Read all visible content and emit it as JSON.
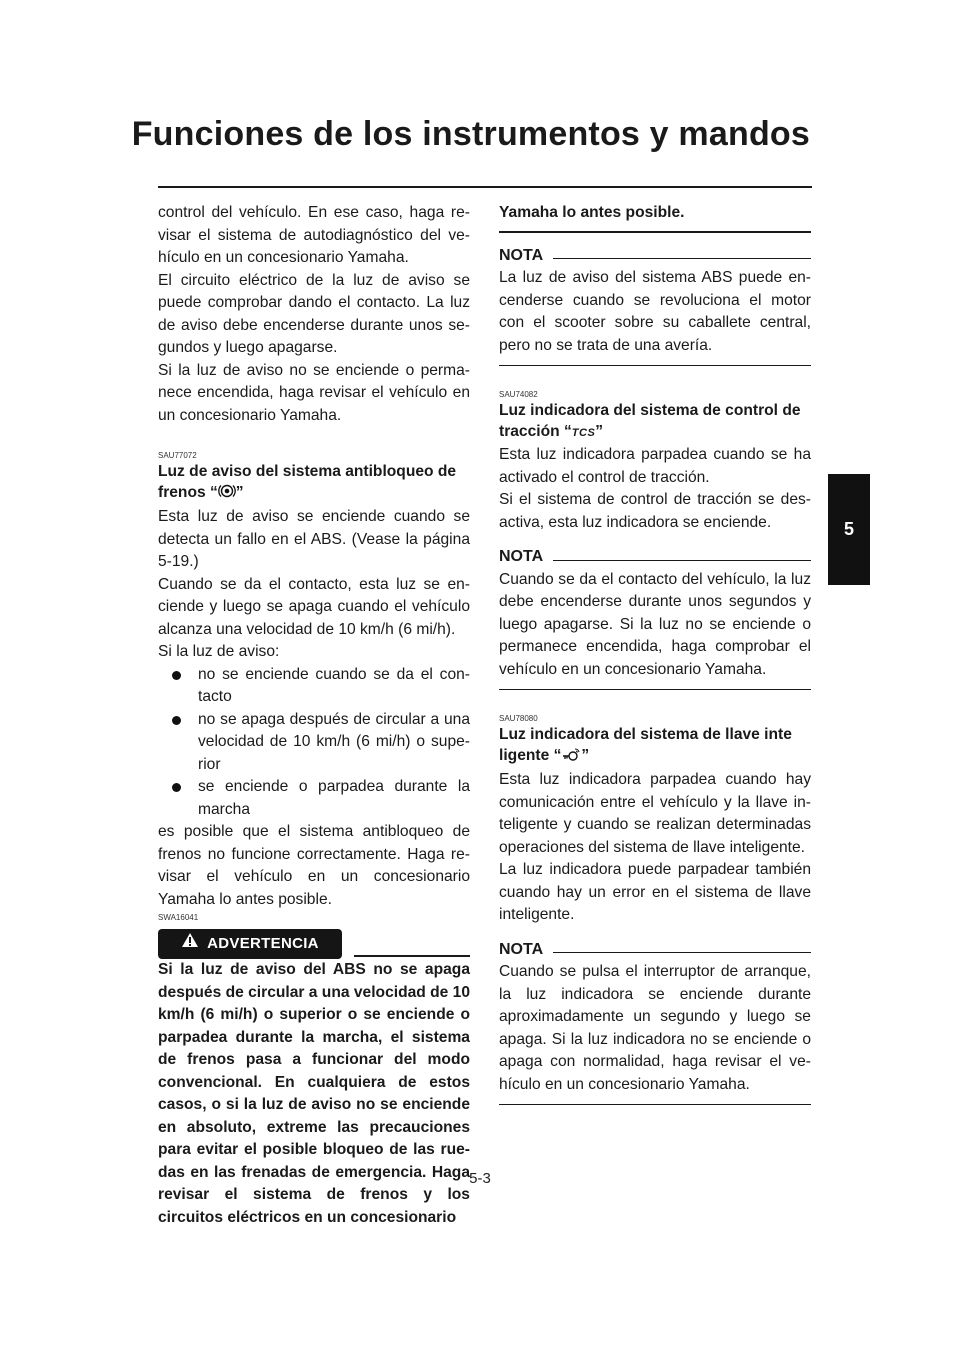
{
  "header": {
    "title": "Funciones de los instrumentos y mandos"
  },
  "chapter_tab": {
    "label": "5"
  },
  "page_number": "5-3",
  "left": {
    "intro_1": "control del vehículo. En ese caso, haga re­visar el sistema de autodiagnóstico del ve­hículo en un concesionario Yamaha.",
    "intro_2": "El circuito eléctrico de la luz de aviso se puede comprobar dando el contacto. La luz de aviso debe encenderse durante unos se­gundos y luego apagarse.",
    "intro_3": "Si la luz de aviso no se enciende o perma­nece encendida, haga revisar el vehículo en un concesionario Yamaha.",
    "abs_code": "SAU77072",
    "abs_heading_1": "Luz de aviso del sistema antibloqueo de",
    "abs_heading_2a": "frenos “",
    "abs_heading_2b": "”",
    "abs_icon": "abs-warning-icon",
    "abs_p1": "Esta luz de aviso se enciende cuando se detecta un fallo en el ABS. (Vease la página 5-19.)",
    "abs_p2": "Cuando se da el contacto, esta luz se en­ciende y luego se apaga cuando el vehículo alcanza una velocidad de 10 km/h (6 mi/h).",
    "abs_p3": "Si la luz de aviso:",
    "bullets": [
      "no se enciende cuando se da el con­tacto",
      "no se apaga después de circular a una velocidad de 10 km/h (6 mi/h) o supe­rior",
      "se enciende o parpadea durante la marcha"
    ],
    "abs_p4": "es posible que el sistema antibloqueo de frenos no funcione correctamente. Haga re­visar el vehículo en un concesionario Yamaha lo antes posible.",
    "warn_code": "SWA16041",
    "warn_label": "ADVERTENCIA",
    "warn_body": "Si la luz de aviso del ABS no se apaga después de circular a una velocidad de 10 km/h (6 mi/h) o superior o se enciende o parpadea durante la marcha, el siste­ma de frenos pasa a funcionar del modo convencional. En cualquiera de estos casos, o si la luz de aviso no se enciende en absoluto, extreme las precauciones para evitar el posible bloqueo de las rue­das en las frenadas de emergencia. Haga revisar el sistema de frenos y los circuitos eléctricos en un concesionario"
  },
  "right": {
    "warn_cont": "Yamaha lo antes posible.",
    "nota_label": "NOTA",
    "nota1": "La luz de aviso del sistema ABS puede en­cenderse cuando se revoluciona el motor con el scooter sobre su caballete central, pero no se trata de una avería.",
    "tcs_code": "SAU74082",
    "tcs_heading_1": "Luz indicadora del sistema de control de",
    "tcs_heading_2a": "tracción “",
    "tcs_heading_2b": "”",
    "tcs_icon_text": "TCS",
    "tcs_p1": "Esta luz indicadora parpadea cuando se ha activado el control de tracción.",
    "tcs_p2": "Si el sistema de control de tracción se des­activa, esta luz indicadora se enciende.",
    "nota2": "Cuando se da el contacto del vehículo, la luz debe encenderse durante unos segun­dos y luego apagarse. Si la luz no se en­ciende o permanece encendida, haga comprobar el vehículo en un concesionario Yamaha.",
    "key_code": "SAU78080",
    "key_heading_1": "Luz indicadora del sistema de llave inte­",
    "key_heading_2a": "ligente “",
    "key_heading_2b": "”",
    "key_icon": "smart-key-icon",
    "key_p1": "Esta luz indicadora parpadea cuando hay comunicación entre el vehículo y la llave in­teligente y cuando se realizan determina­das operaciones del sistema de llave inteligente.",
    "key_p2": "La luz indicadora puede parpadear también cuando hay un error en el sistema de llave inteligente.",
    "nota3": "Cuando se pulsa el interruptor de arranque, la luz indicadora se enciende durante aproximadamente un segundo y luego se apaga. Si la luz indicadora no se enciende o apaga con normalidad, haga revisar el ve­hículo en un concesionario Yamaha."
  }
}
